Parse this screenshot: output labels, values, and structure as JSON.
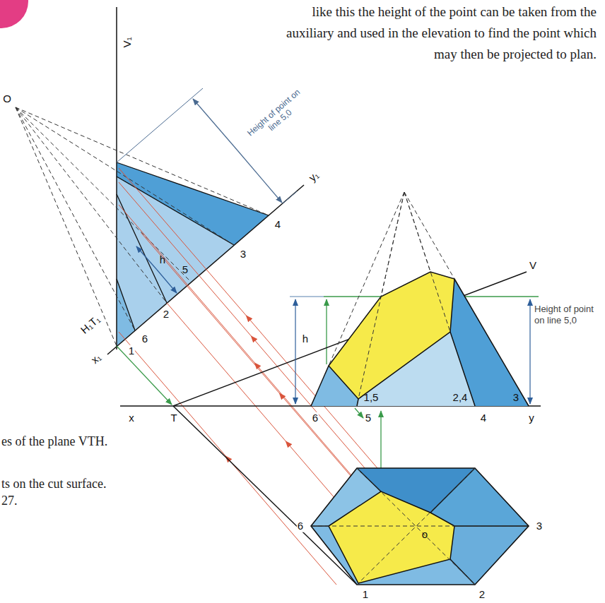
{
  "diagram": {
    "labels": [
      "like this the height of the point can be taken from the auxiliary and used in the elevation to find the point which may then be projected to plan.",
      "V₁",
      "O",
      "Height of point on line 5,0",
      "y₁",
      "4",
      "3",
      "5",
      "h",
      "2",
      "6",
      "H₁T₁",
      "x₁",
      "1",
      "V",
      "Height of point on line 5,0",
      "h",
      "6",
      "5",
      "1,5",
      "2,4",
      "3",
      "4",
      "x",
      "T",
      "y",
      "6",
      "o",
      "3",
      "1",
      "2",
      "es of the plane VTH.",
      "ts on the cut surface.",
      "27."
    ]
  }
}
